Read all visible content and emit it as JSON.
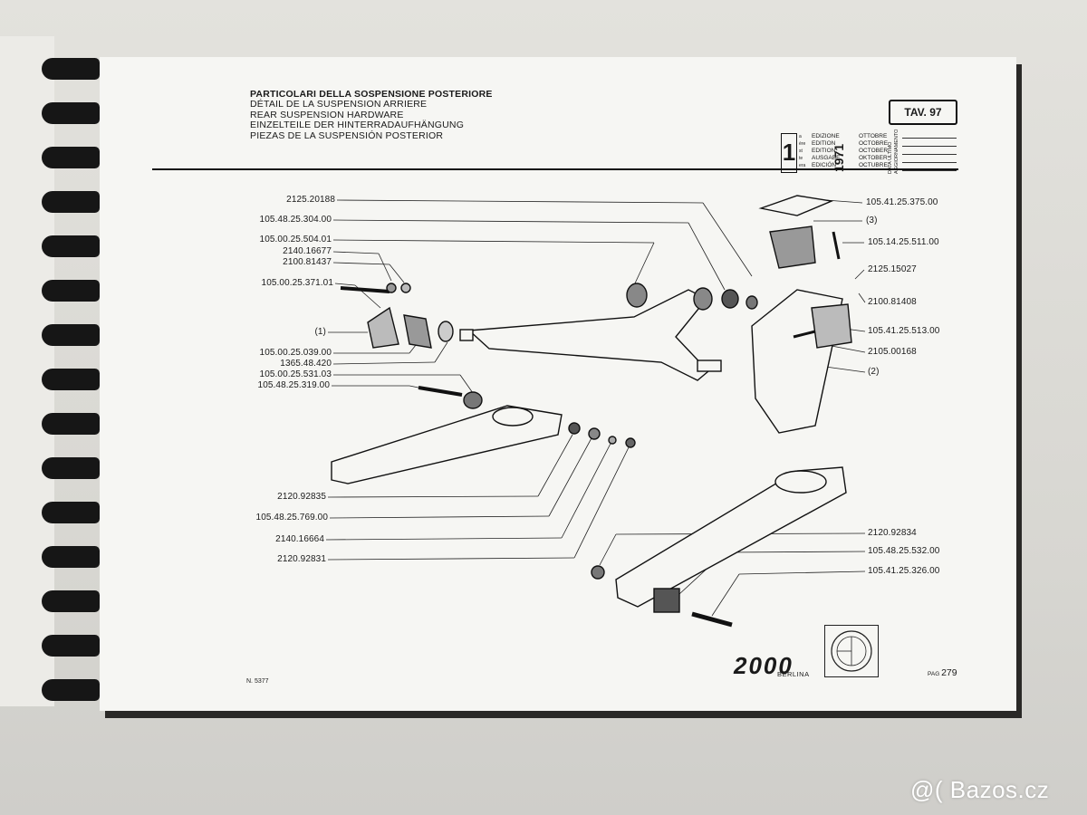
{
  "header": {
    "titles": [
      "PARTICOLARI DELLA SOSPENSIONE POSTERIORE",
      "DÉTAIL DE LA SUSPENSION ARRIERE",
      "REAR SUSPENSION HARDWARE",
      "EINZELTEILE DER HINTERRADAUFHÄNGUNG",
      "PIEZAS DE LA SUSPENSIÓN POSTERIOR"
    ],
    "tav": "TAV. 97"
  },
  "edition": {
    "number": "1",
    "sublabels": [
      "a",
      "ère",
      "st",
      "te",
      "era"
    ],
    "labels": [
      "EDIZIONE",
      "EDITION",
      "EDITION",
      "AUSGABE",
      "EDICIÓN"
    ],
    "year": "1971",
    "months": [
      "OTTOBRE",
      "OCTOBRE",
      "OCTOBER",
      "OKTOBER",
      "OCTUBRE"
    ],
    "update_label_1": "DATA ULTIMO",
    "update_label_2": "AGGIORNAMENTO"
  },
  "parts_left": [
    "2125.20188",
    "105.48.25.304.00",
    "105.00.25.504.01",
    "2140.16677",
    "2100.81437",
    "105.00.25.371.01",
    "(1)",
    "105.00.25.039.00",
    "1365.48.420",
    "105.00.25.531.03",
    "105.48.25.319.00",
    "2120.92835",
    "105.48.25.769.00",
    "2140.16664",
    "2120.92831"
  ],
  "parts_right": [
    "105.41.25.375.00",
    "(3)",
    "105.14.25.511.00",
    "2125.15027",
    "2100.81408",
    "105.41.25.513.00",
    "2105.00168",
    "(2)",
    "2120.92834",
    "105.48.25.532.00",
    "105.41.25.326.00"
  ],
  "footer": {
    "doc_number": "N. 5377",
    "model": "2000",
    "variant": "BERLINA",
    "pag_label": "PAG",
    "page": "279"
  },
  "watermark": "@( Bazos.cz"
}
